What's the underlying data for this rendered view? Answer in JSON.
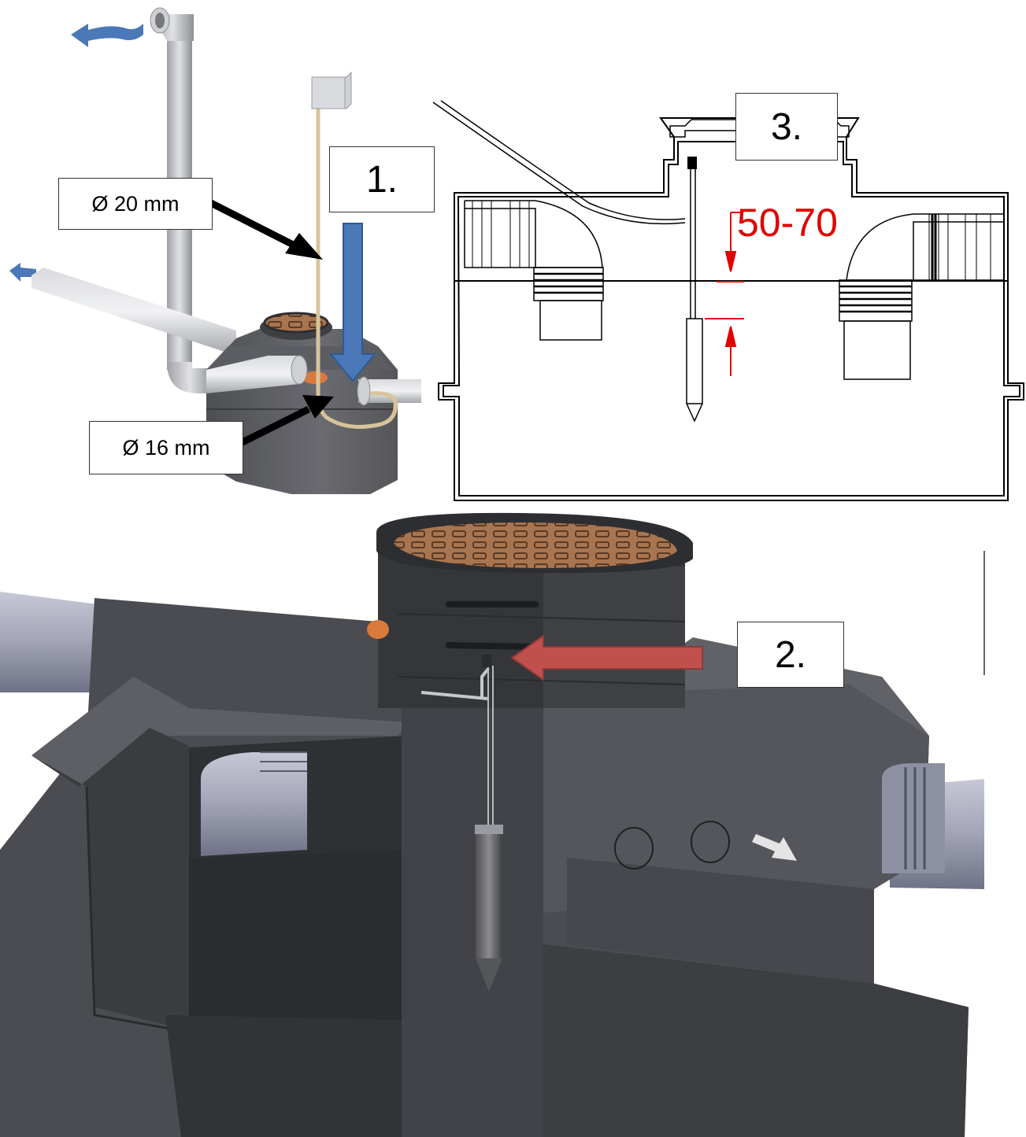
{
  "labels": {
    "step1": "1.",
    "step2": "2.",
    "step3": "3.",
    "dia_20": "Ø 20 mm",
    "dia_16": "Ø 16 mm",
    "measure": "50-70"
  },
  "colors": {
    "tank_dark": "#3c3d41",
    "tank_mid": "#4a4b50",
    "tank_light": "#5b5c61",
    "pipe": "#a9abb8",
    "pipe_light": "#c9cbd6",
    "blue_arrow": "#4a78b8",
    "red_arrow": "#c0504d",
    "measure_red": "#e00000",
    "hose": "#d8c49a",
    "grate": "#8a5a3a"
  },
  "icons": [
    "flow-arrow-icon",
    "down-arrow-icon",
    "pointer-arrow-icon",
    "red-arrow-icon",
    "sensor-probe-icon"
  ]
}
